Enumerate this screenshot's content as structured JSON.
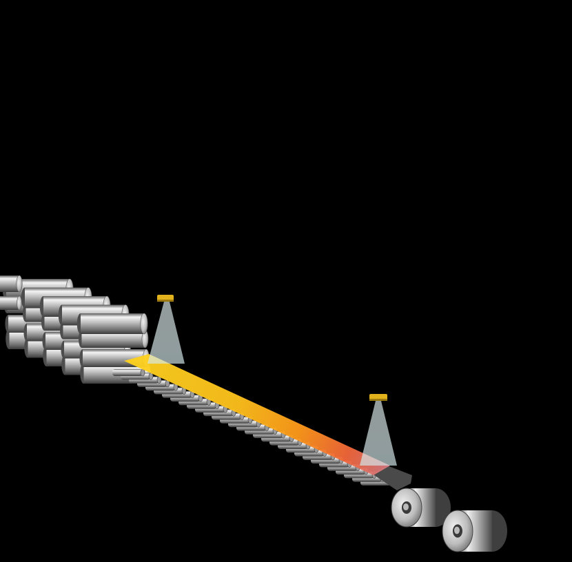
{
  "scene": {
    "background": "#000000",
    "strip_colors": [
      "#FFD21E",
      "#FFC21C",
      "#FF9A1A",
      "#F2663A",
      "#D7787E"
    ],
    "roller_colors": {
      "light": "#F4F4F4",
      "mid": "#A9A9A9",
      "dark": "#3B3B3B"
    },
    "sensor_color": "#E2B21C",
    "beam_color": "#DDEFF0"
  },
  "parts": {
    "finishing_stands": {
      "stand_count": 5,
      "rolls_per_stand": 4
    },
    "runout_table": {
      "roller_count": 31
    },
    "sensors": {
      "count": 2
    },
    "coils": {
      "count": 2
    }
  }
}
